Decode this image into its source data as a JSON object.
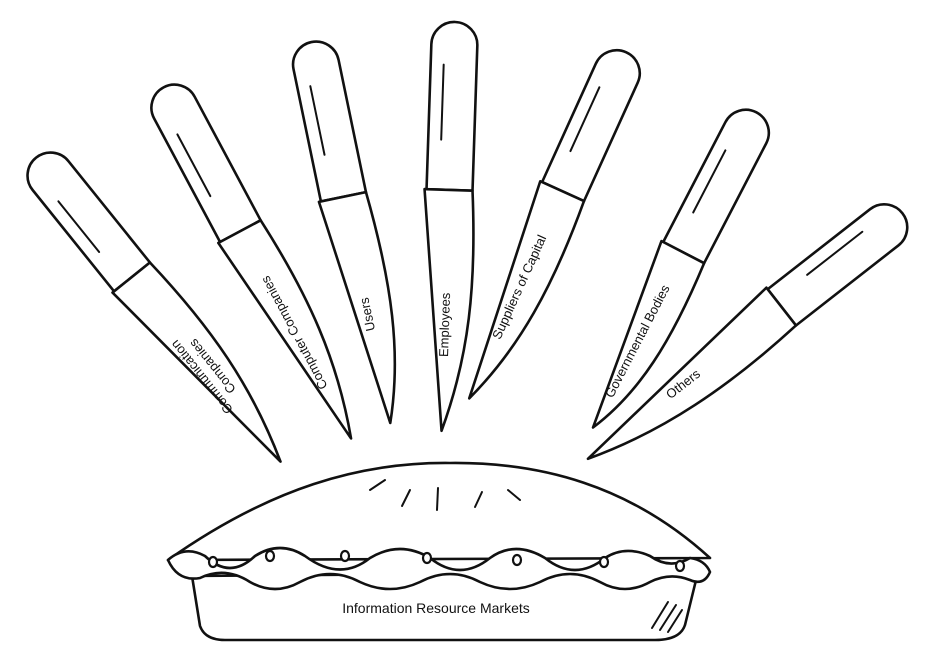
{
  "knives": [
    {
      "label": "Communication Companies",
      "lines": [
        "Communication",
        "Companies"
      ]
    },
    {
      "label": "Computer Companies",
      "lines": [
        "Computer Companies"
      ]
    },
    {
      "label": "Users",
      "lines": [
        "Users"
      ]
    },
    {
      "label": "Employees",
      "lines": [
        "Employees"
      ]
    },
    {
      "label": "Suppliers of Capital",
      "lines": [
        "Suppliers of Capital"
      ]
    },
    {
      "label": "Governmental Bodies",
      "lines": [
        "Governmental Bodies"
      ]
    },
    {
      "label": "Others",
      "lines": [
        "Others"
      ]
    }
  ],
  "pie": {
    "label": "Information Resource Markets"
  }
}
